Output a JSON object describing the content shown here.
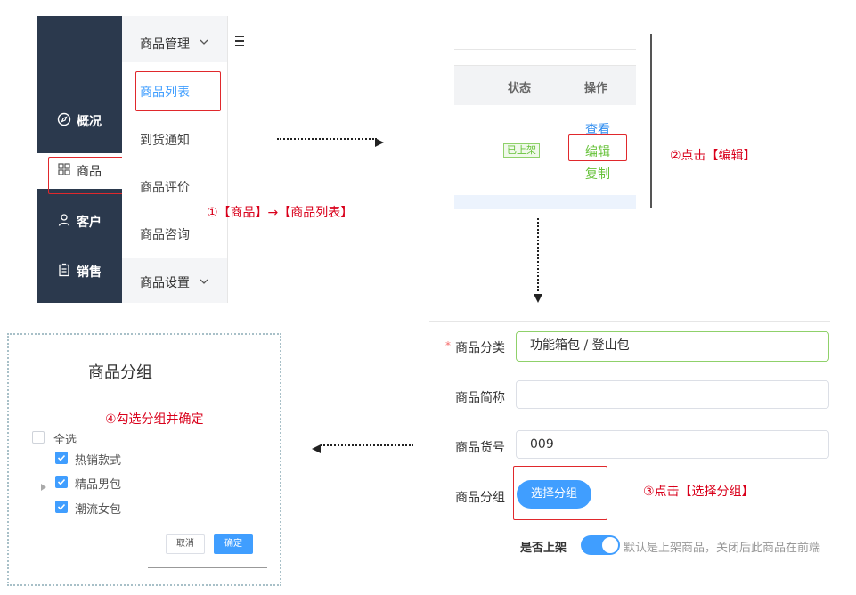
{
  "panel1": {
    "sidebar": [
      {
        "label": "概况",
        "icon": "compass-icon"
      },
      {
        "label": "商品",
        "icon": "grid-icon"
      },
      {
        "label": "客户",
        "icon": "user-icon"
      },
      {
        "label": "销售",
        "icon": "clipboard-icon"
      }
    ],
    "submenu": {
      "group1": "商品管理",
      "items": [
        "商品列表",
        "到货通知",
        "商品评价",
        "商品咨询"
      ],
      "group2": "商品设置"
    },
    "annotation": "①【商品】→【商品列表】"
  },
  "panel2": {
    "headers": [
      "状态",
      "操作"
    ],
    "status_tag": "已上架",
    "actions": [
      "查看",
      "编辑",
      "复制"
    ],
    "annotation": "②点击【编辑】"
  },
  "panel3": {
    "fields": {
      "category": {
        "label": "商品分类",
        "value": "功能箱包 / 登山包"
      },
      "short_name": {
        "label": "商品简称",
        "value": ""
      },
      "sku": {
        "label": "商品货号",
        "value": "009"
      },
      "group": {
        "label": "商品分组",
        "button": "选择分组"
      }
    },
    "listing": {
      "label": "是否上架",
      "hint": "默认是上架商品，关闭后此商品在前端"
    },
    "annotation": "③点击【选择分组】"
  },
  "panel4": {
    "title": "商品分组",
    "annotation": "④勾选分组并确定",
    "select_all": "全选",
    "groups": [
      "热销款式",
      "精品男包",
      "潮流女包"
    ],
    "cancel": "取消",
    "confirm": "确定"
  },
  "colors": {
    "accent": "#409eff",
    "sidebar_bg": "#2b394d",
    "annotation": "#d9001b",
    "tag_green": "#67c23a"
  }
}
